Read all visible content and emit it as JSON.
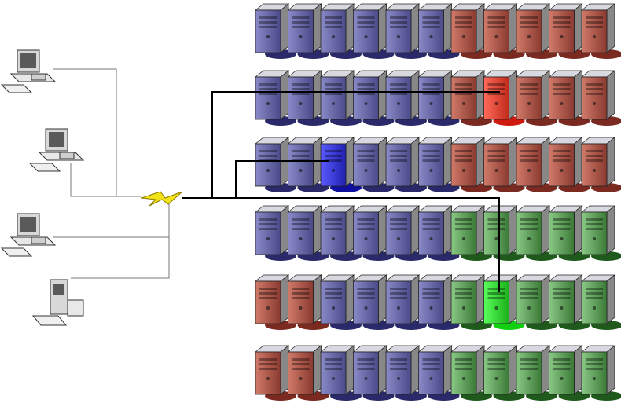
{
  "diagram": {
    "type": "network-topology",
    "clients": [
      {
        "id": "pc-1",
        "icon": "desktop-computer-icon"
      },
      {
        "id": "pc-2",
        "icon": "desktop-computer-icon"
      },
      {
        "id": "pc-3",
        "icon": "desktop-computer-icon"
      },
      {
        "id": "pc-4",
        "icon": "tower-computer-icon"
      }
    ],
    "link_icon": "lightning-bolt-icon",
    "server_icon": "tower-server-icon",
    "colors": {
      "blue": "#6a6aa8",
      "red": "#b0584a",
      "green": "#5ea25a",
      "highlight_blue": "#3333dd",
      "highlight_red": "#e03a2a",
      "highlight_green": "#2ee02e",
      "bolt": "#f2e21a",
      "line": "#000000",
      "thin_line": "#777777"
    },
    "rows": [
      {
        "servers": [
          "blue",
          "blue",
          "blue",
          "blue",
          "blue",
          "blue",
          "red",
          "red",
          "red",
          "red",
          "red"
        ]
      },
      {
        "servers": [
          "blue",
          "blue",
          "blue",
          "blue",
          "blue",
          "blue",
          "red",
          "highlight_red",
          "red",
          "red",
          "red"
        ]
      },
      {
        "servers": [
          "blue",
          "blue",
          "highlight_blue",
          "blue",
          "blue",
          "blue",
          "red",
          "red",
          "red",
          "red",
          "red"
        ]
      },
      {
        "servers": [
          "blue",
          "blue",
          "blue",
          "blue",
          "blue",
          "blue",
          "green",
          "green",
          "green",
          "green",
          "green"
        ]
      },
      {
        "servers": [
          "red",
          "red",
          "blue",
          "blue",
          "blue",
          "blue",
          "green",
          "highlight_green",
          "green",
          "green",
          "green"
        ]
      },
      {
        "servers": [
          "red",
          "red",
          "blue",
          "blue",
          "blue",
          "blue",
          "green",
          "green",
          "green",
          "green",
          "green"
        ]
      }
    ],
    "connections": [
      {
        "from": "hub",
        "to_row": 1,
        "to_col": 7
      },
      {
        "from": "hub",
        "to_row": 2,
        "to_col": 2
      },
      {
        "from": "hub",
        "to_row": 4,
        "to_col": 7
      }
    ]
  }
}
